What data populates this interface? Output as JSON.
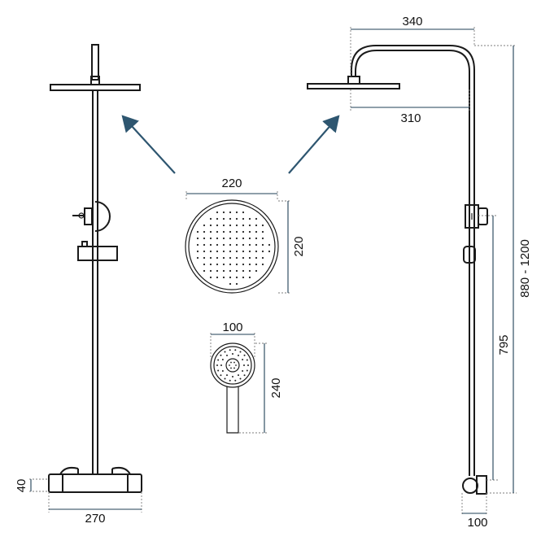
{
  "dimensions": {
    "rain_head_width": "220",
    "rain_head_height": "220",
    "hand_shower_width": "100",
    "hand_shower_length": "240",
    "arm_reach": "340",
    "head_offset": "310",
    "column_height": "880 - 1200",
    "slide_height": "795",
    "bottom_offset": "100",
    "thermostat_width": "270",
    "thermostat_height": "40"
  },
  "colors": {
    "line": "#1a1a1a",
    "dimension": "#1f3f56",
    "arrow": "#2e5670"
  }
}
